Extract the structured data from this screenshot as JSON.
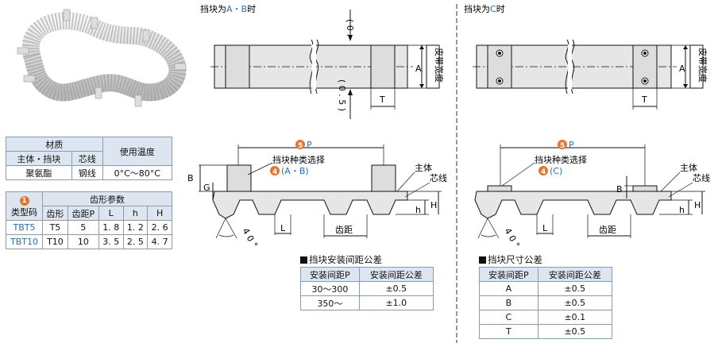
{
  "left_table": {
    "material_header": "材质",
    "temp_header": "使用温度",
    "body_header": "主体・挡块",
    "core_header": "芯线",
    "body_value": "聚氨酯",
    "core_value": "钢线",
    "temp_value": "0°C～80°C"
  },
  "type_table": {
    "badge": "1",
    "type_header": "类型码",
    "tooth_header": "齿形参数",
    "cols": [
      "齿形",
      "齿距P",
      "L",
      "h",
      "H"
    ],
    "rows": [
      {
        "code": "TBT5",
        "vals": [
          "T5",
          "5",
          "1. 8",
          "1. 2",
          "2. 6"
        ]
      },
      {
        "code": "TBT10",
        "vals": [
          "T10",
          "10",
          "3. 5",
          "2. 5",
          "4. 7"
        ]
      }
    ]
  },
  "diagram": {
    "title_ab": "挡块为A・B时",
    "title_ab_prefix": "挡块为",
    "title_ab_letters": "A・B",
    "title_ab_suffix": "时",
    "title_c_prefix": "挡块为",
    "title_c_letters": "C",
    "title_c_suffix": "时",
    "tol_top": "( 0 .",
    "tol_bottom": "( 0 . 5 )",
    "label_a": "A",
    "label_t": "T",
    "belt_width": "皮带宽度",
    "pitch_badge": "5",
    "pitch_letter": "P",
    "select_label": "挡块种类选择",
    "select_badge": "4",
    "select_ab": "(A・B)",
    "select_c": "(C)",
    "body_label": "主体",
    "core_label": "芯线",
    "label_b": "B",
    "label_g": "G",
    "label_h": "h",
    "label_H": "H",
    "label_l": "L",
    "pitch_label": "齿距",
    "angle": "4 0 °"
  },
  "install_table": {
    "title": "挡块安装间距公差",
    "headers": [
      "安装间距P",
      "安装间距公差"
    ],
    "rows": [
      [
        "30～300",
        "±0.5"
      ],
      [
        "350～",
        "±1.0"
      ]
    ]
  },
  "size_table": {
    "title": "挡块尺寸公差",
    "headers": [
      "安装间距P",
      "安装间距公差"
    ],
    "rows": [
      [
        "A",
        "±0.5"
      ],
      [
        "B",
        "±0.5"
      ],
      [
        "C",
        "±0.1"
      ],
      [
        "T",
        "±0.5"
      ]
    ]
  },
  "colors": {
    "header_bg": "#dde6f0",
    "accent_blue": "#2a6fb8",
    "accent_orange": "#e8742a",
    "belt_fill": "#e6e6e6"
  }
}
